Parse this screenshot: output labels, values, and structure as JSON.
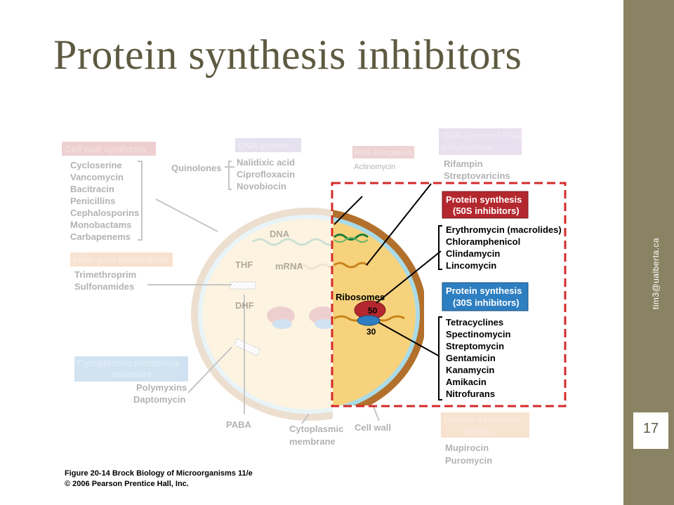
{
  "slide": {
    "title": "Protein synthesis inhibitors",
    "sidebar_text": "tim3@ualberta.ca",
    "page_number": "17"
  },
  "figure": {
    "cell_wall_header": "Cell wall synthesis",
    "cell_wall_drugs": [
      "Cycloserine",
      "Vancomycin",
      "Bacitracin",
      "Penicillins",
      "Cephalosporins",
      "Monobactams",
      "Carbapenems"
    ],
    "quinolones": "Quinolones",
    "dna_gyrase_header": "DNA gyrase",
    "dna_gyrase_drugs": [
      "Nalidixic acid",
      "Ciprofloxacin",
      "Novobiocin"
    ],
    "rna_elongation_header": "RNA elongation",
    "rna_elongation_drugs": [
      "Actinomycin"
    ],
    "dna_directed_header": [
      "DNA-directed RNA",
      "polymerase"
    ],
    "dna_directed_drugs": [
      "Rifampin",
      "Streptovaricins"
    ],
    "folic_header": "Folic acid metabolism",
    "folic_drugs": [
      "Trimethroprim",
      "Sulfonamides"
    ],
    "membrane_header": [
      "Cytoplasmic membrane",
      "structure"
    ],
    "membrane_drugs": [
      "Polymyxins",
      "Daptomycin"
    ],
    "protein_50s_header": [
      "Protein synthesis",
      "(50S inhibitors)"
    ],
    "protein_50s_drugs": [
      "Erythromycin (macrolides)",
      "Chloramphenicol",
      "Clindamycin",
      "Lincomycin"
    ],
    "protein_30s_header": [
      "Protein synthesis",
      "(30S inhibitors)"
    ],
    "protein_30s_drugs": [
      "Tetracyclines",
      "Spectinomycin",
      "Streptomycin",
      "Gentamicin",
      "Kanamycin",
      "Amikacin",
      "Nitrofurans"
    ],
    "trna_header": [
      "Protein synthesis",
      "(tRNA)"
    ],
    "trna_drugs": [
      "Mupirocin",
      "Puromycin"
    ],
    "cell_labels": {
      "dna": "DNA",
      "mrna": "mRNA",
      "thf": "THF",
      "dhf": "DHF",
      "paba": "PABA",
      "ribosomes": "Ribosomes",
      "s50": "50",
      "s30": "30",
      "membrane": [
        "Cytoplasmic",
        "membrane"
      ],
      "cell_wall": "Cell wall"
    },
    "caption": [
      "Figure 20-14 Brock Biology of Microorganisms 11/e",
      "© 2006 Pearson Prentice Hall, Inc."
    ],
    "colors": {
      "header_red": "#b3282e",
      "header_blue": "#2e7fc1",
      "highlight_dash": "#d42a2a",
      "sidebar": "#8a8363",
      "title_text": "#5e5a41"
    }
  }
}
